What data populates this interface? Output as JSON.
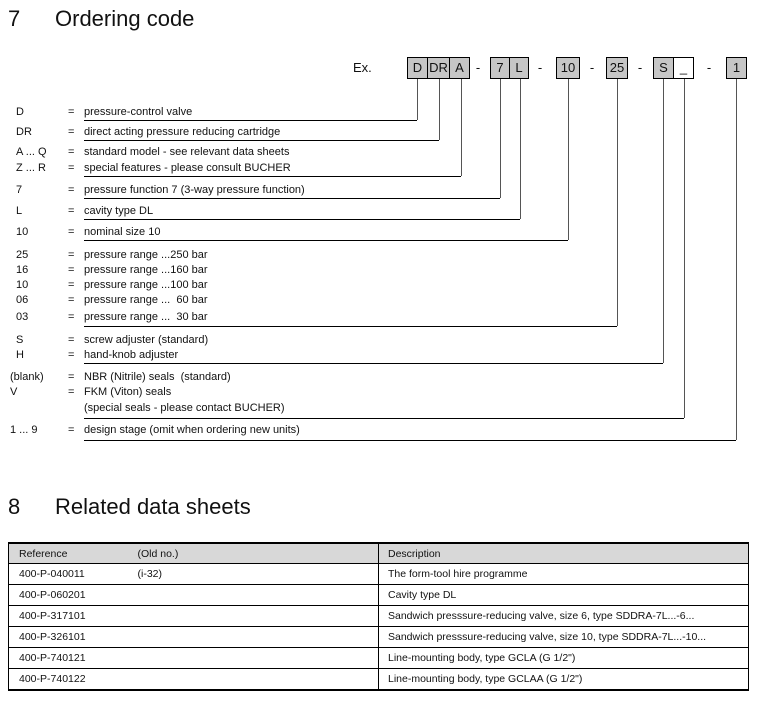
{
  "eq_sign": "=",
  "section7": {
    "number": "7",
    "title": "Ordering code"
  },
  "example": {
    "label": "Ex.",
    "dash": "-",
    "boxes": [
      {
        "label": "D"
      },
      {
        "label": "DR"
      },
      {
        "label": "A"
      },
      {
        "label": "7"
      },
      {
        "label": "L"
      },
      {
        "label": "10"
      },
      {
        "label": "25"
      },
      {
        "label": "S"
      },
      {
        "label": "_"
      },
      {
        "label": "1"
      }
    ]
  },
  "legend": [
    {
      "code": "D",
      "desc": "pressure-control valve"
    },
    {
      "code": "DR",
      "desc": "direct acting pressure reducing cartridge"
    },
    {
      "code": "A ... Q",
      "desc": "standard model - see relevant data sheets"
    },
    {
      "code": "Z ... R",
      "desc": "special features - please consult BUCHER"
    },
    {
      "code": "7",
      "desc": "pressure function 7 (3-way pressure function)"
    },
    {
      "code": "L",
      "desc": "cavity type DL"
    },
    {
      "code": "10",
      "desc": "nominal size 10"
    },
    {
      "code": "25",
      "desc": "pressure range ...250 bar"
    },
    {
      "code": "16",
      "desc": "pressure range ...160 bar"
    },
    {
      "code": "10",
      "desc": "pressure range ...100 bar"
    },
    {
      "code": "06",
      "desc": "pressure range ...  60 bar"
    },
    {
      "code": "03",
      "desc": "pressure range ...  30 bar"
    },
    {
      "code": "S",
      "desc": "screw adjuster (standard)"
    },
    {
      "code": "H",
      "desc": "hand-knob adjuster"
    },
    {
      "code": "(blank)",
      "desc": "NBR (Nitrile) seals  (standard)"
    },
    {
      "code": "V",
      "desc": "FKM (Viton) seals"
    },
    {
      "code": "",
      "desc": "(special seals - please contact BUCHER)"
    },
    {
      "code": "1 ... 9",
      "desc": "design stage (omit when ordering new units)"
    }
  ],
  "section8": {
    "number": "8",
    "title": "Related data sheets"
  },
  "table": {
    "headers": [
      "Reference",
      "(Old no.)",
      "Description"
    ],
    "rows": [
      {
        "reference": "400-P-040011",
        "old_no": "(i-32)",
        "description": "The form-tool hire programme"
      },
      {
        "reference": "400-P-060201",
        "old_no": "",
        "description": "Cavity type DL"
      },
      {
        "reference": "400-P-317101",
        "old_no": "",
        "description": "Sandwich presssure-reducing valve, size 6, type SDDRA-7L...-6..."
      },
      {
        "reference": "400-P-326101",
        "old_no": "",
        "description": "Sandwich presssure-reducing valve, size 10, type SDDRA-7L...-10..."
      },
      {
        "reference": "400-P-740121",
        "old_no": "",
        "description": "Line-mounting body, type GCLA (G 1/2\")"
      },
      {
        "reference": "400-P-740122",
        "old_no": "",
        "description": "Line-mounting body, type GCLAA (G 1/2\")"
      }
    ]
  }
}
